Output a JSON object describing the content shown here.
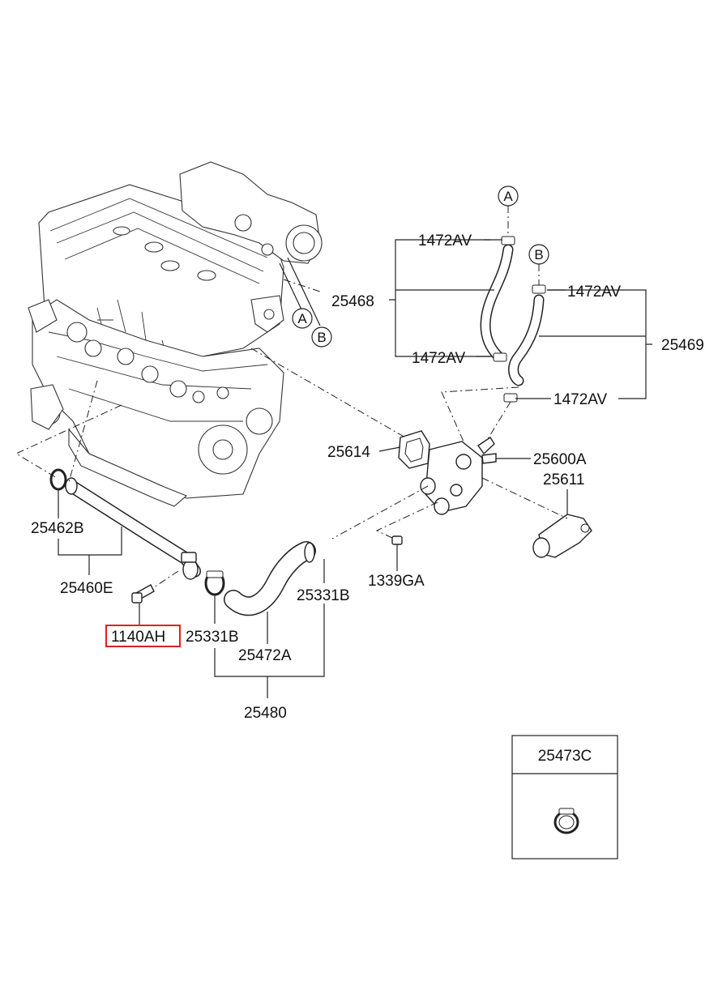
{
  "callouts": {
    "a_top": "A",
    "b_top": "B",
    "a_engine": "A",
    "b_engine": "B"
  },
  "labels": {
    "p1472av_1": "1472AV",
    "p1472av_2": "1472AV",
    "p1472av_3": "1472AV",
    "p1472av_4": "1472AV",
    "p25468": "25468",
    "p25469": "25469",
    "p25614": "25614",
    "p25600a": "25600A",
    "p25611": "25611",
    "p25462b": "25462B",
    "p25460e": "25460E",
    "p1339ga": "1339GA",
    "p25331b_right": "25331B",
    "p1140ah": "1140AH",
    "p25331b_left": "25331B",
    "p25472a": "25472A",
    "p25480": "25480"
  },
  "inset": {
    "title": "25473C"
  },
  "highlight": {
    "color": "#e02020",
    "part": "1140AH"
  }
}
